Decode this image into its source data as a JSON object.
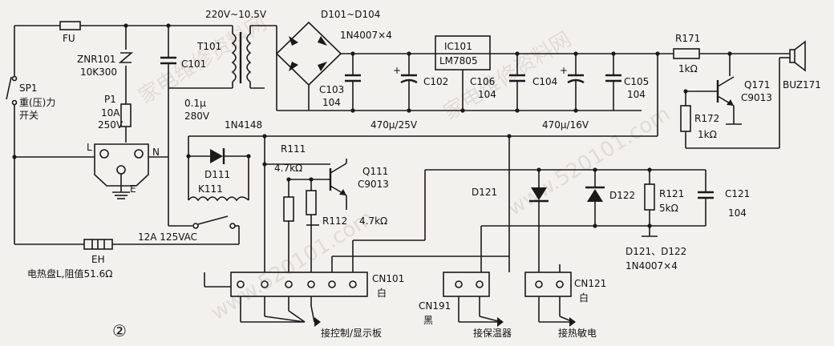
{
  "labels": {
    "fu": "FU",
    "znr": "ZNR101",
    "znr_val": "10K300",
    "sp1": "SP1",
    "switch_name": "重(压)力",
    "switch_name2": "开关",
    "p1": "P1",
    "p1_current": "10A",
    "p1_voltage": "250V",
    "p1_l": "L",
    "p1_n": "N",
    "p1_e": "E",
    "transformer_v": "220V~10.5V",
    "t101": "T101",
    "c101": "C101",
    "c101_val": "0.1μ",
    "c101_volt": "280V",
    "diodes": "D101~D104",
    "diodes_part": "1N4007×4",
    "ic": "IC101",
    "ic_part": "LM7805",
    "c103": "C103",
    "c103_val": "104",
    "c102": "C102",
    "c102_val": "470μ/25V",
    "c106": "C106",
    "c106_val": "104",
    "c104": "C104",
    "c104_val": "470μ/16V",
    "c105": "C105",
    "c105_val": "104",
    "r171": "R171",
    "r171_val": "1kΩ",
    "q171": "Q171",
    "q171_part": "C9013",
    "r172": "R172",
    "r172_val": "1kΩ",
    "buz": "BUZ171",
    "d111_part": "1N4148",
    "d111": "D111",
    "k111": "K111",
    "r111": "R111",
    "r111_val": "4.7kΩ",
    "q111": "Q111",
    "q111_part": "C9013",
    "r112": "R112",
    "r112_val": "4.7kΩ",
    "relay_rating": "12A  125VAC",
    "eh": "EH",
    "eh_desc": "电热盘L,阻值51.6Ω",
    "d121": "D121",
    "d122": "D122",
    "r121": "R121",
    "r121_val": "5kΩ",
    "c121": "C121",
    "c121_val": "104",
    "d121_d122": "D121、D122",
    "d121_d122_part": "1N4007×4",
    "cn101": "CN101",
    "cn101_color": "白",
    "cn191": "CN191",
    "cn191_color": "黑",
    "cn121": "CN121",
    "cn121_color": "白",
    "to_display": "接控制/显示板",
    "to_thermostat": "接保温器",
    "to_thermistor": "接热敏电",
    "figure_no": "②"
  },
  "watermark": {
    "w1": "家电维修资料网",
    "w2": "www.520101.com"
  }
}
